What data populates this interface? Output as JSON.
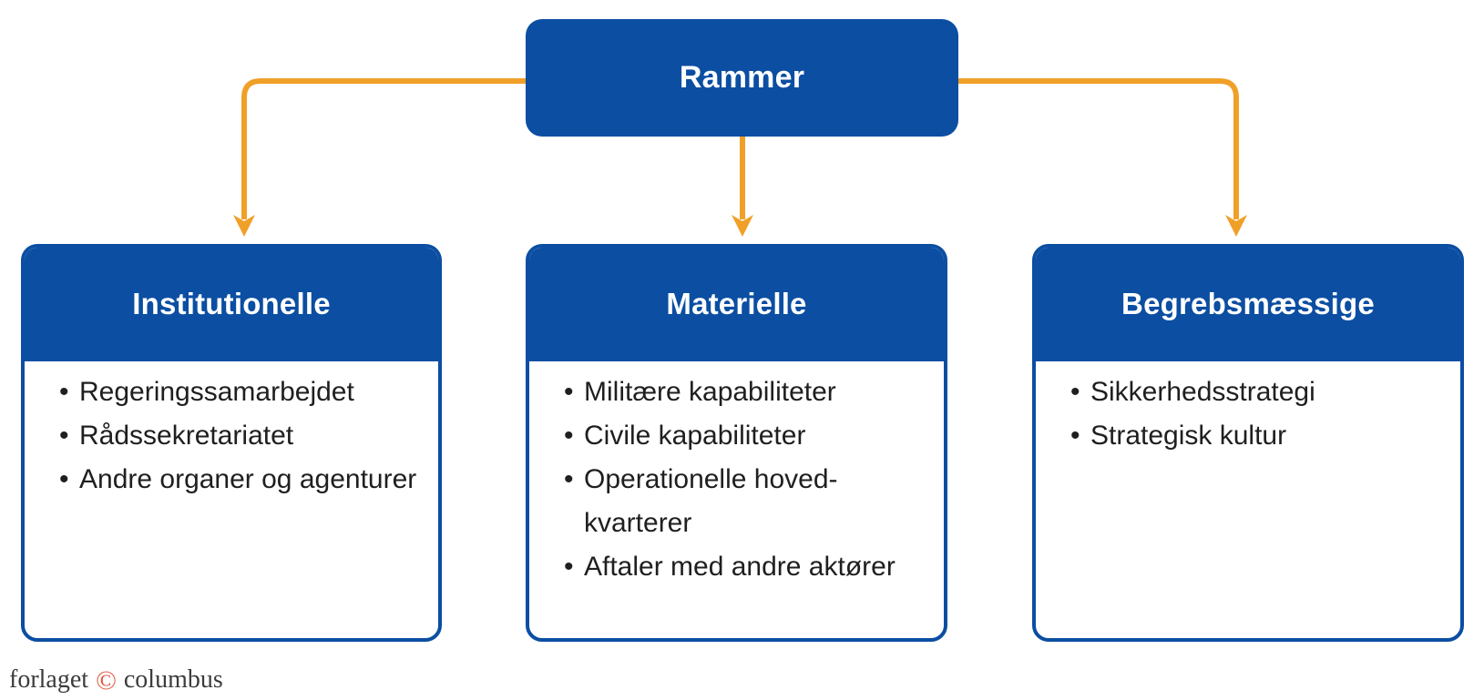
{
  "diagram": {
    "root": {
      "label": "Rammer"
    },
    "branches": [
      {
        "title": "Institutionelle",
        "items": [
          "Regeringssamarbejdet",
          "Rådssekretariatet",
          "Andre organer og agenturer"
        ]
      },
      {
        "title": "Materielle",
        "items": [
          "Militære kapabiliteter",
          "Civile kapabiliteter",
          "Operationelle hoved-\nkvarterer",
          "Aftaler med andre aktører"
        ]
      },
      {
        "title": "Begrebsmæssige",
        "items": [
          "Sikkerhedsstrategi",
          "Strategisk kultur"
        ]
      }
    ]
  },
  "footer": {
    "publisher_left": "forlaget",
    "copyright_symbol": "©",
    "publisher_right": "columbus"
  },
  "colors": {
    "box_blue": "#0b4ea2",
    "arrow_orange": "#f0a028",
    "text_dark": "#1f1f1f",
    "footer_text": "#3c3c3c",
    "copyright_red": "#e05a43"
  }
}
